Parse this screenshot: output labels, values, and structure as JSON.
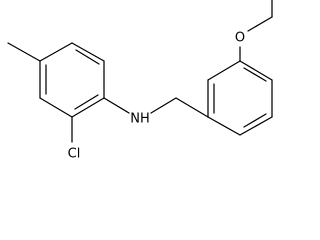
{
  "molecule": {
    "atoms": {
      "oxygen": "O",
      "nitrogen": "NH",
      "chlorine": "Cl"
    }
  },
  "colors": {
    "bond": "#000000",
    "text": "#000000",
    "background": "#ffffff"
  }
}
